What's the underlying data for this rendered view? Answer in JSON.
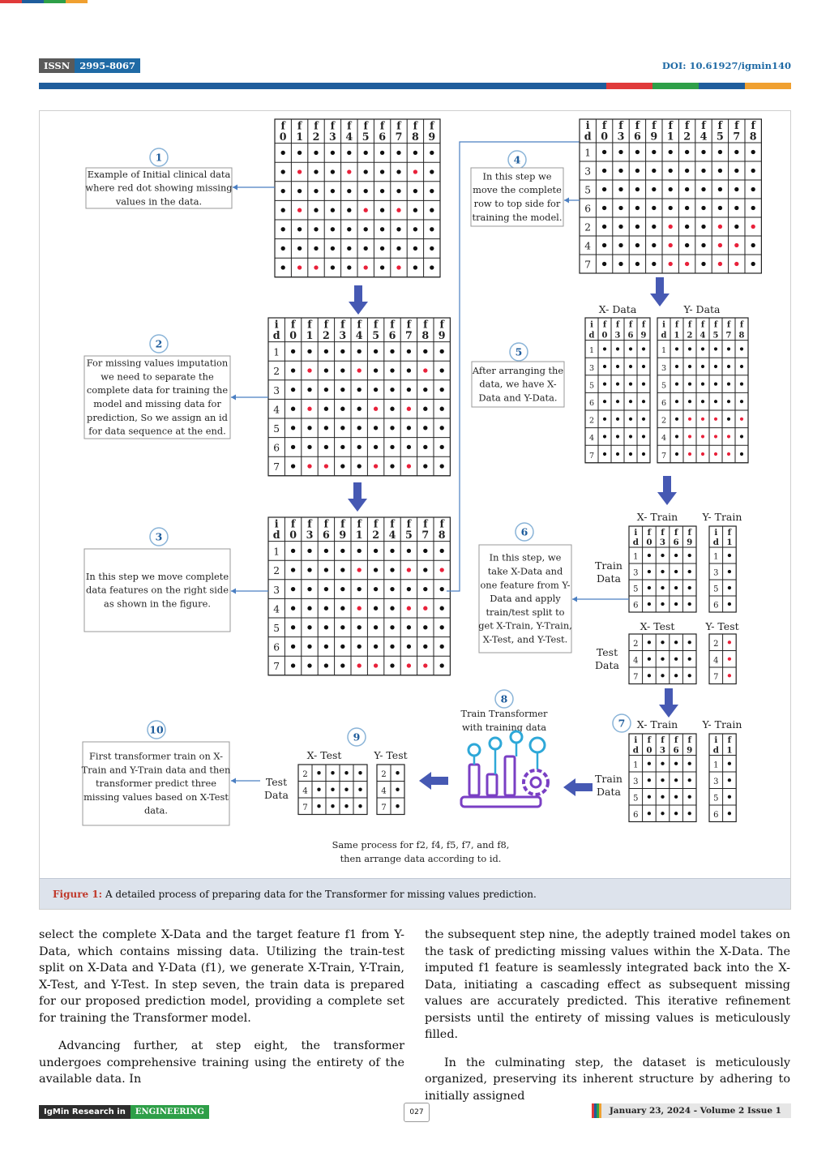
{
  "header": {
    "issn_label": "ISSN",
    "issn_number": "2995-8067",
    "doi": "DOI: 10.61927/igmin140"
  },
  "colors": {
    "brand_blue": "#1f5d9c",
    "red": "#e03a3a",
    "green": "#2e9f48",
    "orange": "#f0a030",
    "arrow": "#4659b3",
    "missing_dot": "#e8213a"
  },
  "figure": {
    "caption_label": "Figure 1:",
    "caption_text": "A detailed process of preparing data for the Transformer for missing values prediction.",
    "steps": {
      "s1": {
        "num": "1",
        "lines": [
          "Example of Initial clinical data",
          "where red dot showing missing",
          "values in the data."
        ]
      },
      "s2": {
        "num": "2",
        "lines": [
          "For missing values imputation",
          "we need to separate the",
          "complete data for training the",
          "model and missing data for",
          "prediction, So we assign an id",
          "for data sequence at the end."
        ]
      },
      "s3": {
        "num": "3",
        "lines": [
          "In this step we move complete",
          "data features on the right side",
          "as shown in the figure."
        ]
      },
      "s4": {
        "num": "4",
        "lines": [
          "In this step we",
          "move the complete",
          "row to top side for",
          "training the model."
        ]
      },
      "s5": {
        "num": "5",
        "lines": [
          "After arranging the",
          "data, we have X-",
          "Data and Y-Data."
        ]
      },
      "s6": {
        "num": "6",
        "lines": [
          "In this step, we",
          "take X-Data and",
          "one feature from Y-",
          "Data and apply",
          "train/test split to",
          "get X-Train, Y-Train,",
          "X-Test, and Y-Test."
        ]
      },
      "s7": {
        "num": "7"
      },
      "s8": {
        "num": "8",
        "lines": [
          "Train Transformer",
          "with training data"
        ]
      },
      "s9": {
        "num": "9"
      },
      "s10": {
        "num": "10",
        "lines": [
          "First transformer train on X-",
          "Train and Y-Train data and then",
          "transformer predict three",
          "missing values based on X-Test",
          "data."
        ]
      }
    },
    "labels": {
      "x_data": "X- Data",
      "y_data": "Y- Data",
      "x_train": "X- Train",
      "y_train": "Y- Train",
      "x_test": "X- Test",
      "y_test": "Y- Test",
      "train_data": [
        "Train",
        "Data"
      ],
      "test_data": [
        "Test",
        "Data"
      ]
    },
    "footnote": [
      "Same process for f2, f4, f5, f7, and f8,",
      "then arrange data according to id."
    ],
    "tables": {
      "t1": {
        "headers": [
          "f0",
          "f1",
          "f2",
          "f3",
          "f4",
          "f5",
          "f6",
          "f7",
          "f8",
          "f9"
        ],
        "rows": [
          [
            "",
            "0000000000"
          ],
          [
            "",
            "0100100010"
          ],
          [
            "",
            "0000000000"
          ],
          [
            "",
            "0100010100"
          ],
          [
            "",
            "0000000000"
          ],
          [
            "",
            "0000000000"
          ],
          [
            "",
            "0110010100"
          ]
        ]
      },
      "t2": {
        "headers": [
          "id",
          "f0",
          "f1",
          "f2",
          "f3",
          "f4",
          "f5",
          "f6",
          "f7",
          "f8",
          "f9"
        ],
        "rows": [
          [
            "1",
            "0000000000"
          ],
          [
            "2",
            "0100100010"
          ],
          [
            "3",
            "0000000000"
          ],
          [
            "4",
            "0100010100"
          ],
          [
            "5",
            "0000000000"
          ],
          [
            "6",
            "0000000000"
          ],
          [
            "7",
            "0110010100"
          ]
        ]
      },
      "t3": {
        "headers": [
          "id",
          "f0",
          "f3",
          "f6",
          "f9",
          "f1",
          "f2",
          "f4",
          "f5",
          "f7",
          "f8"
        ],
        "rows": [
          [
            "1",
            "0000000000"
          ],
          [
            "2",
            "0000100101"
          ],
          [
            "3",
            "0000000000"
          ],
          [
            "4",
            "0000100110"
          ],
          [
            "5",
            "0000000000"
          ],
          [
            "6",
            "0000000000"
          ],
          [
            "7",
            "0000110110"
          ]
        ]
      },
      "t4": {
        "headers": [
          "id",
          "f0",
          "f3",
          "f6",
          "f9",
          "f1",
          "f2",
          "f4",
          "f5",
          "f7",
          "f8"
        ],
        "rows": [
          [
            "1",
            "0000000000"
          ],
          [
            "3",
            "0000000000"
          ],
          [
            "5",
            "0000000000"
          ],
          [
            "6",
            "0000000000"
          ],
          [
            "2",
            "0000100101"
          ],
          [
            "4",
            "0000100110"
          ],
          [
            "7",
            "0000110110"
          ]
        ]
      },
      "t5x": {
        "headers": [
          "id",
          "f0",
          "f3",
          "f6",
          "f9"
        ],
        "rows": [
          [
            "1",
            "0000"
          ],
          [
            "3",
            "0000"
          ],
          [
            "5",
            "0000"
          ],
          [
            "6",
            "0000"
          ],
          [
            "2",
            "0000"
          ],
          [
            "4",
            "0000"
          ],
          [
            "7",
            "0000"
          ]
        ]
      },
      "t5y": {
        "headers": [
          "id",
          "f1",
          "f2",
          "f4",
          "f5",
          "f7",
          "f8"
        ],
        "rows": [
          [
            "1",
            "000000"
          ],
          [
            "3",
            "000000"
          ],
          [
            "5",
            "000000"
          ],
          [
            "6",
            "000000"
          ],
          [
            "2",
            "011101"
          ],
          [
            "4",
            "011110"
          ],
          [
            "7",
            "011110"
          ]
        ]
      },
      "t6xtrain": {
        "headers": [
          "id",
          "f0",
          "f3",
          "f6",
          "f9"
        ],
        "rows": [
          [
            "1",
            "0000"
          ],
          [
            "3",
            "0000"
          ],
          [
            "5",
            "0000"
          ],
          [
            "6",
            "0000"
          ]
        ]
      },
      "t6ytrain": {
        "headers": [
          "id",
          "f1"
        ],
        "rows": [
          [
            "1",
            "0"
          ],
          [
            "3",
            "0"
          ],
          [
            "5",
            "0"
          ],
          [
            "6",
            "0"
          ]
        ]
      },
      "t6xtest": {
        "rows": [
          [
            "2",
            "0000"
          ],
          [
            "4",
            "0000"
          ],
          [
            "7",
            "0000"
          ]
        ]
      },
      "t6ytest": {
        "rows": [
          [
            "2",
            "1"
          ],
          [
            "4",
            "1"
          ],
          [
            "7",
            "1"
          ]
        ]
      },
      "t7xtrain": {
        "headers": [
          "id",
          "f0",
          "f3",
          "f6",
          "f9"
        ],
        "rows": [
          [
            "1",
            "0000"
          ],
          [
            "3",
            "0000"
          ],
          [
            "5",
            "0000"
          ],
          [
            "6",
            "0000"
          ]
        ]
      },
      "t7ytrain": {
        "headers": [
          "id",
          "f1"
        ],
        "rows": [
          [
            "1",
            "0"
          ],
          [
            "3",
            "0"
          ],
          [
            "5",
            "0"
          ],
          [
            "6",
            "0"
          ]
        ]
      },
      "t9xtest": {
        "rows": [
          [
            "2",
            "0000"
          ],
          [
            "4",
            "0000"
          ],
          [
            "7",
            "0000"
          ]
        ]
      },
      "t9ytest": {
        "rows": [
          [
            "2",
            "0"
          ],
          [
            "4",
            "0"
          ],
          [
            "7",
            "0"
          ]
        ]
      }
    }
  },
  "body": {
    "col1_p1": "select the complete X-Data and the target feature f1 from Y-Data, which contains missing data. Utilizing the train-test split on X-Data and Y-Data (f1), we generate X-Train, Y-Train, X-Test, and Y-Test. In step seven, the train data is prepared for our proposed prediction model, providing a complete set for training the Transformer model.",
    "col1_p2": "Advancing further, at step eight, the transformer undergoes comprehensive training using the entirety of the available data. In",
    "col2_p1": "the subsequent step nine, the adeptly trained model takes on the task of predicting missing values within the X-Data. The imputed f1 feature is seamlessly integrated back into the X-Data, initiating a cascading effect as subsequent missing values are accurately predicted. This iterative refinement persists until the entirety of missing values is meticulously filled.",
    "col2_p2": "In the culminating step, the dataset is meticulously organized, preserving its inherent structure by adhering to initially assigned"
  },
  "footer": {
    "journal": "IgMin Research in",
    "field": "ENGINEERING",
    "page": "027",
    "date": "January 23, 2024 - Volume 2 Issue 1"
  }
}
